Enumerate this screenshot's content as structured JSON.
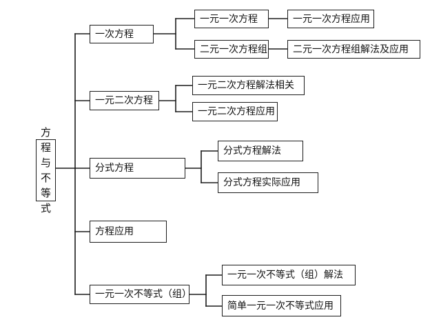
{
  "diagram": {
    "root": "方程与不等式",
    "level1": [
      {
        "label": "一次方程"
      },
      {
        "label": "一元二次方程"
      },
      {
        "label": "分式方程"
      },
      {
        "label": "方程应用"
      },
      {
        "label": "一元一次不等式（组）"
      }
    ],
    "level2": [
      {
        "label": "一元一次方程"
      },
      {
        "label": "二元一次方程组"
      },
      {
        "label": "一元二次方程解法相关"
      },
      {
        "label": "一元二次方程应用"
      },
      {
        "label": "分式方程解法"
      },
      {
        "label": "分式方程实际应用"
      },
      {
        "label": "一元一次不等式（组）解法"
      },
      {
        "label": "简单一元一次不等式应用"
      }
    ],
    "level3": [
      {
        "label": "一元一次方程应用"
      },
      {
        "label": "二元一次方程组解法及应用"
      }
    ]
  }
}
